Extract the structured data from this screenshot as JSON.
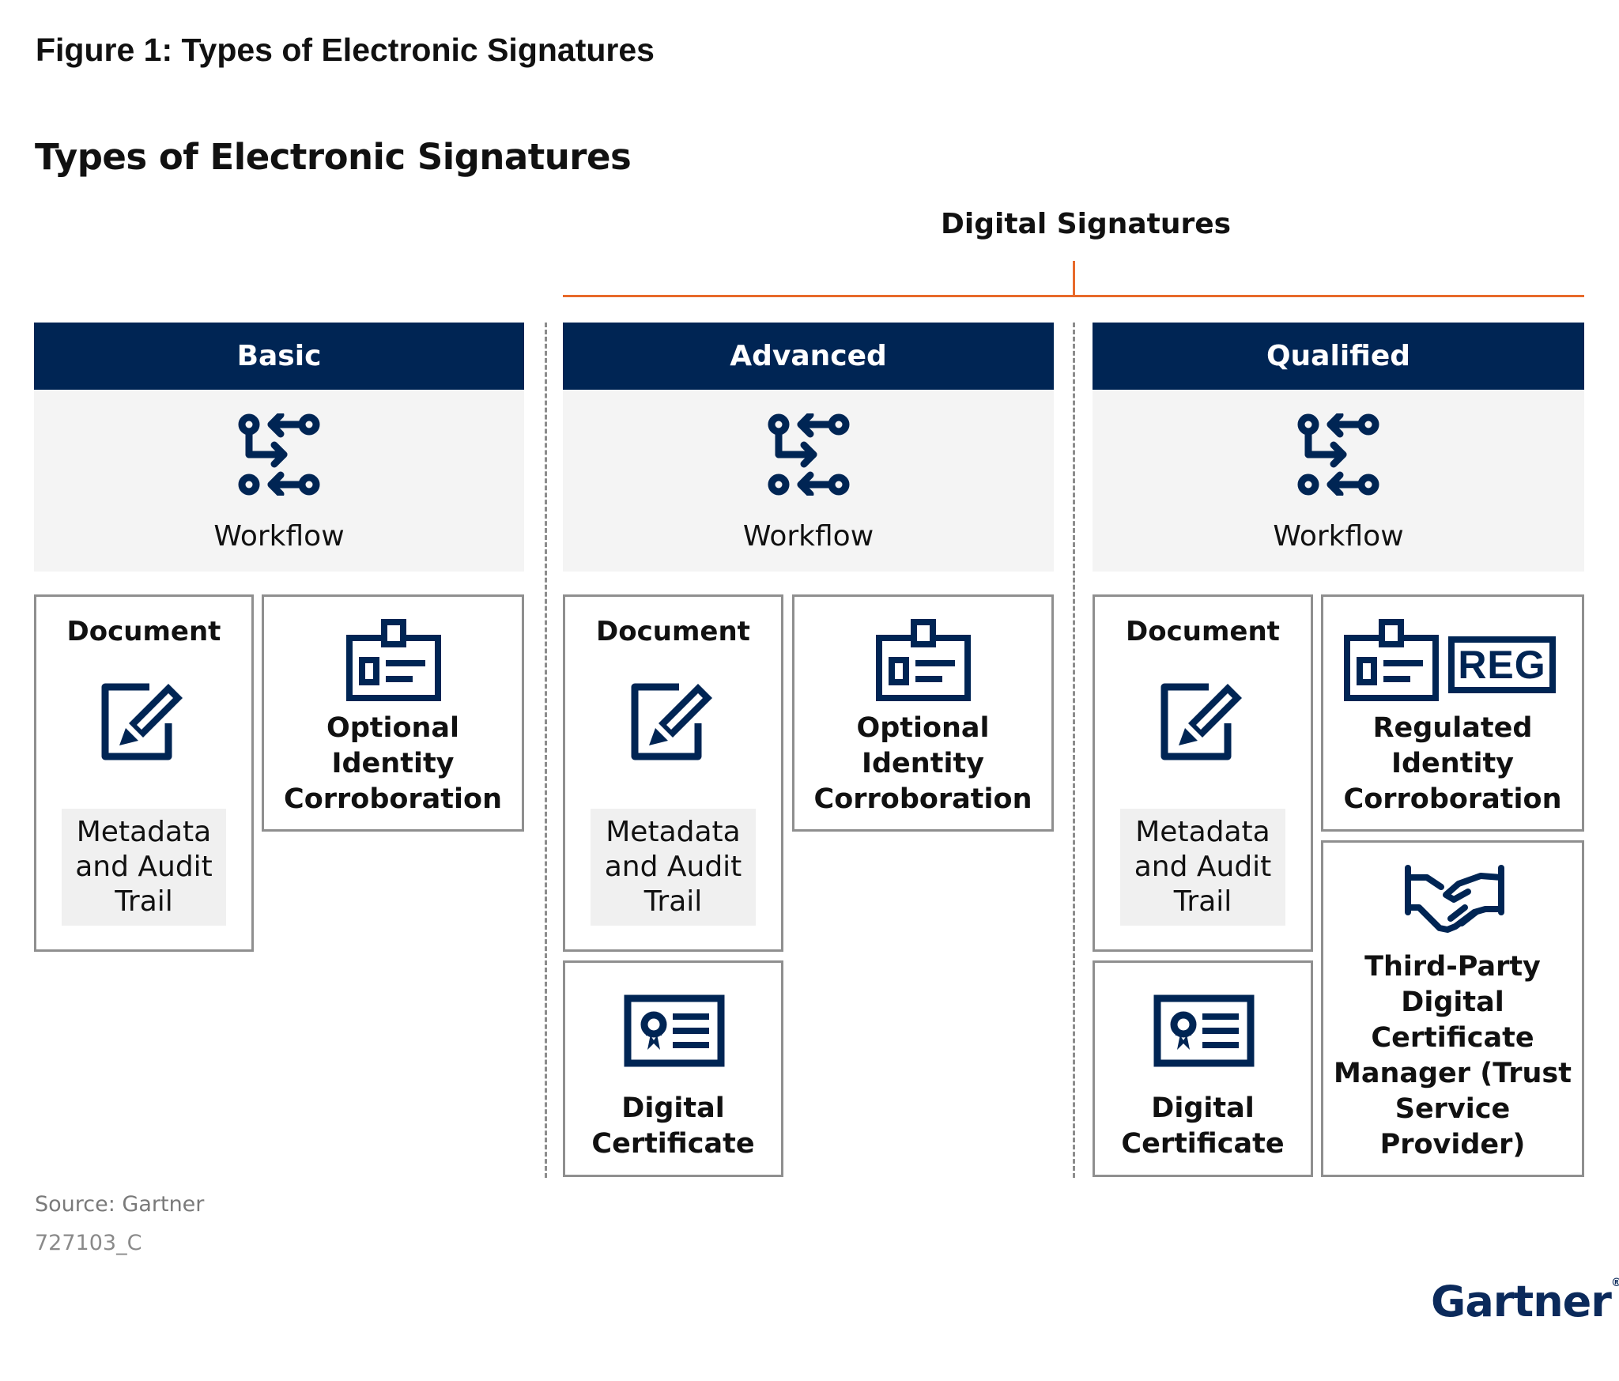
{
  "figure_title": "Figure 1: Types of Electronic Signatures",
  "diagram_title": "Types of Electronic Signatures",
  "digital_signatures_label": "Digital Signatures",
  "accent_color": "#e86a2b",
  "header_color": "#002554",
  "columns": [
    {
      "header": "Basic",
      "workflow": {
        "icon": "workflow-icon",
        "label": "Workflow"
      },
      "document": {
        "title": "Document",
        "icon": "edit-document-icon",
        "meta": "Metadata and Audit Trail"
      },
      "identity": {
        "icon": "id-badge-icon",
        "label": "Optional Identity Corroboration"
      }
    },
    {
      "header": "Advanced",
      "workflow": {
        "icon": "workflow-icon",
        "label": "Workflow"
      },
      "document": {
        "title": "Document",
        "icon": "edit-document-icon",
        "meta": "Metadata and Audit Trail"
      },
      "identity": {
        "icon": "id-badge-icon",
        "label": "Optional Identity Corroboration"
      },
      "certificate": {
        "icon": "certificate-icon",
        "label": "Digital Certificate"
      }
    },
    {
      "header": "Qualified",
      "workflow": {
        "icon": "workflow-icon",
        "label": "Workflow"
      },
      "document": {
        "title": "Document",
        "icon": "edit-document-icon",
        "meta": "Metadata and Audit Trail"
      },
      "identity": {
        "icon": "id-badge-reg-icon",
        "reg_text": "REG",
        "label": "Regulated Identity Corroboration"
      },
      "certificate": {
        "icon": "certificate-icon",
        "label": "Digital Certificate"
      },
      "trust": {
        "icon": "handshake-icon",
        "label": "Third-Party Digital Certificate Manager (Trust Service Provider)"
      }
    }
  ],
  "source": "Source: Gartner",
  "figure_code": "727103_C",
  "logo_text": "Gartner",
  "logo_mark": "®"
}
